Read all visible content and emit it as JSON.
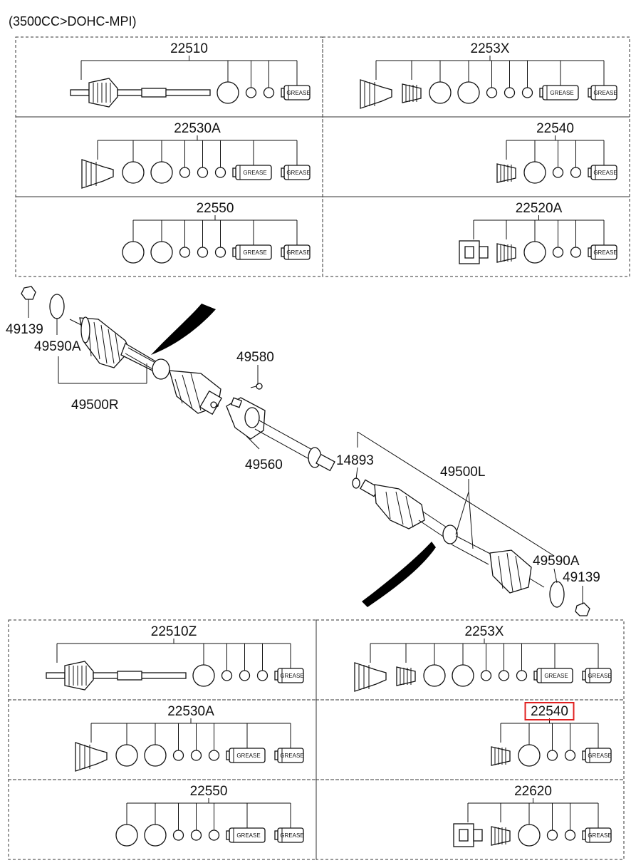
{
  "header": "(3500CC>DOHC-MPI)",
  "grease_label": "GREASE",
  "top_kits": [
    {
      "id": "22510",
      "items": [
        "shaft",
        "ring-l",
        "ring-s",
        "ring-s",
        "grease-s"
      ]
    },
    {
      "id": "2253X",
      "items": [
        "boot-l",
        "boot-s",
        "ring-l",
        "ring-l",
        "ring-s",
        "ring-s",
        "ring-s",
        "grease-l",
        "grease-s"
      ]
    },
    {
      "id": "22530A",
      "items": [
        "boot-l",
        "ring-l",
        "ring-l",
        "ring-s",
        "ring-s",
        "ring-s",
        "grease-l",
        "grease-s"
      ]
    },
    {
      "id": "22540",
      "items": [
        "boot-s",
        "ring-l",
        "ring-s",
        "ring-s",
        "grease-s"
      ]
    },
    {
      "id": "22550",
      "items": [
        "ring-l",
        "ring-l",
        "ring-s",
        "ring-s",
        "ring-s",
        "grease-l",
        "grease-s"
      ]
    },
    {
      "id": "22520A",
      "items": [
        "joint",
        "boot-s",
        "ring-l",
        "ring-s",
        "ring-s",
        "grease-s"
      ]
    }
  ],
  "bottom_kits": [
    {
      "id": "22510Z",
      "items": [
        "shaft",
        "ring-l",
        "ring-s",
        "ring-s",
        "ring-s",
        "grease-s"
      ]
    },
    {
      "id": "2253X",
      "items": [
        "boot-l",
        "boot-s",
        "ring-l",
        "ring-l",
        "ring-s",
        "ring-s",
        "ring-s",
        "grease-l",
        "grease-s"
      ]
    },
    {
      "id": "22530A",
      "items": [
        "boot-l",
        "ring-l",
        "ring-l",
        "ring-s",
        "ring-s",
        "ring-s",
        "grease-l",
        "grease-s"
      ]
    },
    {
      "id": "22540",
      "items": [
        "boot-s",
        "ring-l",
        "ring-s",
        "ring-s",
        "grease-s"
      ],
      "highlighted": true
    },
    {
      "id": "22550",
      "items": [
        "ring-l",
        "ring-l",
        "ring-s",
        "ring-s",
        "ring-s",
        "grease-l",
        "grease-s"
      ]
    },
    {
      "id": "22620",
      "items": [
        "joint",
        "boot-s",
        "ring-l",
        "ring-s",
        "ring-s",
        "grease-s"
      ]
    }
  ],
  "callouts": {
    "nut_right": "49139",
    "ring_right": "49590A",
    "shaft_right": "49500R",
    "bolt": "49580",
    "bracket": "49560",
    "clip": "14893",
    "shaft_left": "49500L",
    "ring_left": "49590A",
    "nut_left": "49139"
  }
}
